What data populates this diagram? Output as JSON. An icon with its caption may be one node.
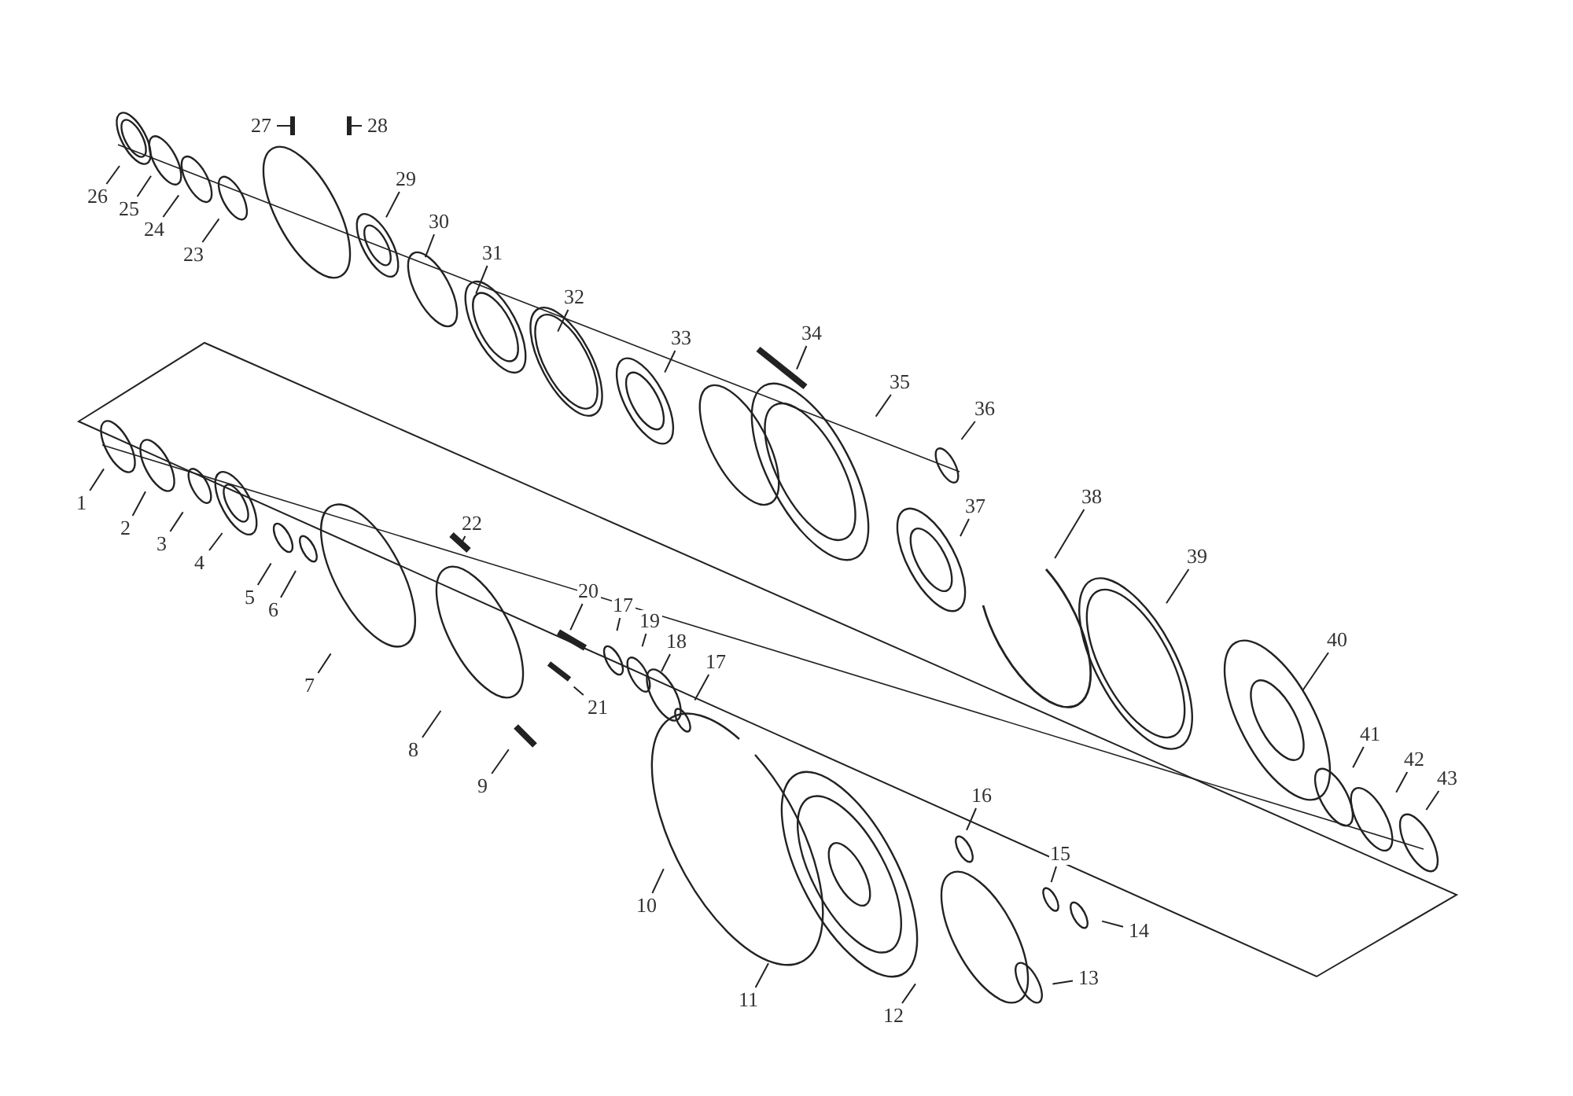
{
  "diagram": {
    "nodes": [
      {
        "text": [
          "1"
        ]
      },
      {
        "text": [
          "2"
        ]
      },
      {
        "text": [
          "3"
        ]
      },
      {
        "text": [
          "4"
        ]
      },
      {
        "text": [
          "5"
        ]
      },
      {
        "text": [
          "6"
        ]
      },
      {
        "text": [
          "7"
        ]
      },
      {
        "text": [
          "8"
        ]
      },
      {
        "text": [
          "9"
        ]
      },
      {
        "text": [
          "10"
        ]
      },
      {
        "text": [
          "11"
        ]
      },
      {
        "text": [
          "12"
        ]
      },
      {
        "text": [
          "13"
        ]
      },
      {
        "text": [
          "14"
        ]
      },
      {
        "text": [
          "15"
        ]
      },
      {
        "text": [
          "16"
        ]
      },
      {
        "text": [
          "17"
        ]
      },
      {
        "text": [
          "17"
        ]
      },
      {
        "text": [
          "18"
        ]
      },
      {
        "text": [
          "19"
        ]
      },
      {
        "text": [
          "20"
        ]
      },
      {
        "text": [
          "21"
        ]
      },
      {
        "text": [
          "22"
        ]
      },
      {
        "text": [
          "23"
        ]
      },
      {
        "text": [
          "24"
        ]
      },
      {
        "text": [
          "25"
        ]
      },
      {
        "text": [
          "26"
        ]
      },
      {
        "text": [
          "27"
        ]
      },
      {
        "text": [
          "28"
        ]
      },
      {
        "text": [
          "29"
        ]
      },
      {
        "text": [
          "30"
        ]
      },
      {
        "text": [
          "31"
        ]
      },
      {
        "text": [
          "32"
        ]
      },
      {
        "text": [
          "33"
        ]
      },
      {
        "text": [
          "34"
        ]
      },
      {
        "text": [
          "35"
        ]
      },
      {
        "text": [
          "36"
        ]
      },
      {
        "text": [
          "37"
        ]
      },
      {
        "text": [
          "38"
        ]
      },
      {
        "text": [
          "39"
        ]
      },
      {
        "text": [
          "40"
        ]
      },
      {
        "text": [
          "41"
        ]
      },
      {
        "text": [
          "42"
        ]
      },
      {
        "text": [
          "43"
        ]
      }
    ],
    "edges": [
      {
        "from": 0,
        "to": null,
        "arrow": "none"
      },
      {
        "from": 1,
        "to": null,
        "arrow": "none"
      },
      {
        "from": 2,
        "to": null,
        "arrow": "none"
      },
      {
        "from": 3,
        "to": null,
        "arrow": "none"
      },
      {
        "from": 4,
        "to": null,
        "arrow": "none"
      },
      {
        "from": 5,
        "to": null,
        "arrow": "none"
      },
      {
        "from": 6,
        "to": null,
        "arrow": "none"
      },
      {
        "from": 7,
        "to": null,
        "arrow": "none"
      },
      {
        "from": 8,
        "to": null,
        "arrow": "none"
      },
      {
        "from": 9,
        "to": null,
        "arrow": "none"
      },
      {
        "from": 10,
        "to": null,
        "arrow": "none"
      },
      {
        "from": 11,
        "to": null,
        "arrow": "none"
      },
      {
        "from": 12,
        "to": null,
        "arrow": "none"
      },
      {
        "from": 13,
        "to": null,
        "arrow": "none"
      },
      {
        "from": 14,
        "to": null,
        "arrow": "none"
      },
      {
        "from": 15,
        "to": null,
        "arrow": "none"
      },
      {
        "from": 16,
        "to": null,
        "arrow": "none"
      },
      {
        "from": 17,
        "to": null,
        "arrow": "none"
      },
      {
        "from": 18,
        "to": null,
        "arrow": "none"
      },
      {
        "from": 19,
        "to": null,
        "arrow": "none"
      },
      {
        "from": 20,
        "to": null,
        "arrow": "none"
      },
      {
        "from": 21,
        "to": null,
        "arrow": "none"
      },
      {
        "from": 22,
        "to": null,
        "arrow": "none"
      },
      {
        "from": 23,
        "to": null,
        "arrow": "none"
      },
      {
        "from": 24,
        "to": null,
        "arrow": "none"
      },
      {
        "from": 25,
        "to": null,
        "arrow": "none"
      },
      {
        "from": 26,
        "to": null,
        "arrow": "none"
      },
      {
        "from": 27,
        "to": null,
        "arrow": "none"
      },
      {
        "from": 28,
        "to": null,
        "arrow": "none"
      },
      {
        "from": 29,
        "to": null,
        "arrow": "none"
      },
      {
        "from": 30,
        "to": null,
        "arrow": "none"
      },
      {
        "from": 31,
        "to": null,
        "arrow": "none"
      },
      {
        "from": 32,
        "to": null,
        "arrow": "none"
      },
      {
        "from": 33,
        "to": null,
        "arrow": "none"
      },
      {
        "from": 34,
        "to": null,
        "arrow": "none"
      },
      {
        "from": 35,
        "to": null,
        "arrow": "none"
      },
      {
        "from": 36,
        "to": null,
        "arrow": "none"
      },
      {
        "from": 37,
        "to": null,
        "arrow": "none"
      },
      {
        "from": 38,
        "to": null,
        "arrow": "none"
      },
      {
        "from": 39,
        "to": null,
        "arrow": "none"
      },
      {
        "from": 40,
        "to": null,
        "arrow": "none"
      },
      {
        "from": 41,
        "to": null,
        "arrow": "none"
      },
      {
        "from": 42,
        "to": null,
        "arrow": "none"
      },
      {
        "from": 43,
        "to": null,
        "arrow": "none"
      }
    ]
  }
}
